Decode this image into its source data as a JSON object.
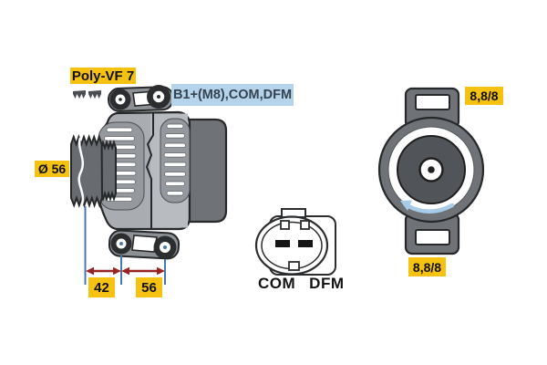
{
  "diagram": {
    "type": "alternator technical drawing",
    "side_view": {
      "belt_type_label": "Poly-VF 7",
      "terminals_label": "B1+(M8),COM,DFM",
      "pulley_diameter_label": "Ø 56",
      "dimension_42": "42",
      "dimension_56": "56"
    },
    "connector": {
      "pin_labels": [
        "COM",
        "DFM"
      ]
    },
    "rear_view": {
      "bolt_spec_top": "8,8/8",
      "bolt_spec_bottom": "8,8/8",
      "rotation_direction": "counterclockwise"
    }
  },
  "colors": {
    "label_yellow": "#F5C211",
    "label_blue_bg": "#B5D3EA",
    "label_blue_text": "#35424F",
    "dimension_blue": "#4878B0",
    "arrow_red": "#992222",
    "rotation_blue": "#A8CBE8",
    "body_gray": "#A9ADB1",
    "body_gray_light": "#B8BCC0",
    "panel_gray": "#95999D",
    "dark_gray": "#6F7377",
    "pulley_gray": "#686C70",
    "outline": "#26282A"
  }
}
